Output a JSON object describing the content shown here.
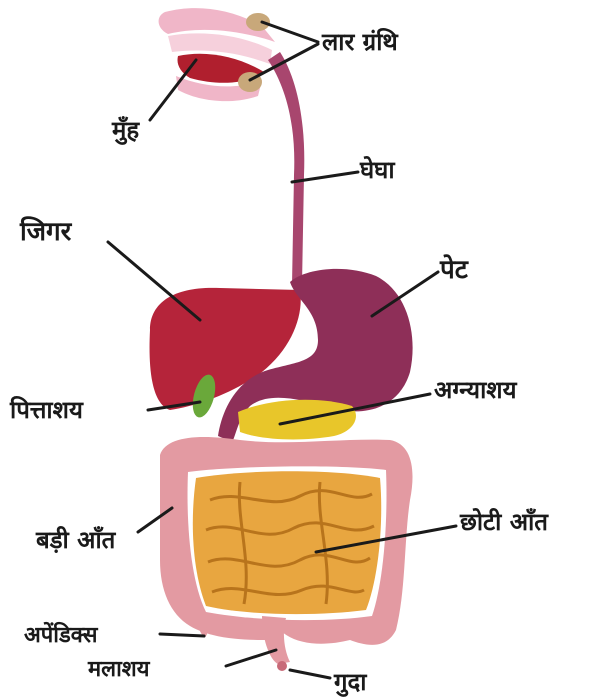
{
  "labels": {
    "salivary_glands": "लार ग्रंथि",
    "mouth": "मुँह",
    "esophagus": "घेघा",
    "liver": "जिगर",
    "stomach": "पेट",
    "gall_bladder": "पित्ताशय",
    "pancreas": "अग्न्याशय",
    "large_intestine": "बड़ी आँत",
    "small_intestine": "छोटी आँत",
    "appendix": "अपेंडिक्स",
    "rectum": "मलाशय",
    "anus": "गुदा"
  },
  "colors": {
    "liver": "#b5243a",
    "stomach": "#8e2f58",
    "esophagus": "#9a3a64",
    "pancreas": "#e8c62a",
    "gall_bladder": "#6aa83a",
    "large_intestine": "#e39aa2",
    "small_intestine": "#e8a640",
    "mouth": "#e9a9bd",
    "salivary_gland": "#c8a87a"
  }
}
